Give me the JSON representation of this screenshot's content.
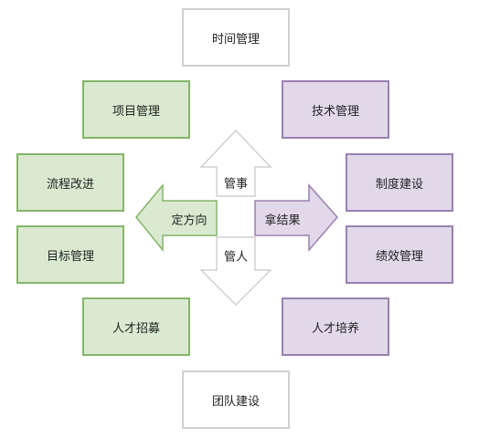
{
  "diagram": {
    "top": "时间管理",
    "bottom": "团队建设",
    "left": [
      "项目管理",
      "流程改进",
      "目标管理",
      "人才招募"
    ],
    "right": [
      "技术管理",
      "制度建设",
      "绩效管理",
      "人才培养"
    ],
    "center": {
      "up": "管事",
      "down": "管人",
      "left": "定方向",
      "right": "拿结果"
    }
  },
  "colors": {
    "neutral_border": "#d0d0d0",
    "green_fill": "#d9ead0",
    "green_border": "#86b46b",
    "purple_fill": "#e1d8ea",
    "purple_border": "#9b80ae"
  }
}
